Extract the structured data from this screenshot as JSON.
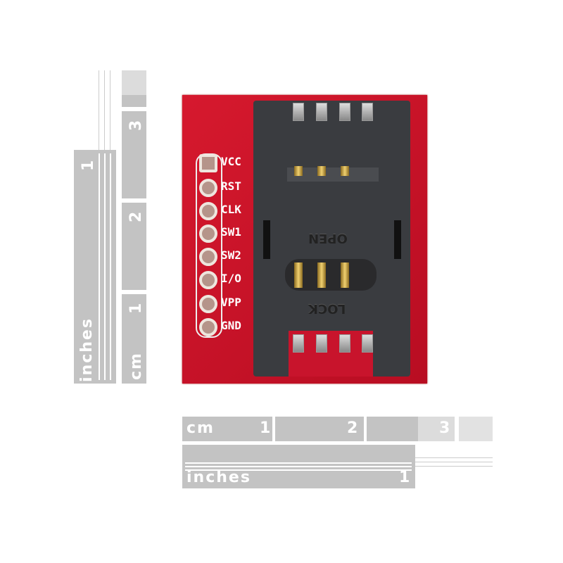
{
  "rulers": {
    "horizontal": {
      "cm_label": "cm",
      "cm_ticks": [
        "1",
        "2",
        "3"
      ],
      "inch_label": "inches",
      "inch_ticks": [
        "1"
      ]
    },
    "vertical": {
      "cm_label": "cm",
      "cm_ticks": [
        "1",
        "2",
        "3"
      ],
      "inch_label": "inches",
      "inch_ticks": [
        "1"
      ]
    }
  },
  "board": {
    "pins": [
      "VCC",
      "RST",
      "CLK",
      "SW1",
      "SW2",
      "I/O",
      "VPP",
      "GND"
    ],
    "holder_marks": {
      "open": "OPEN",
      "lock": "LOCK"
    },
    "colors": {
      "pcb": "#c8142c",
      "holder": "#3a3c40"
    }
  }
}
